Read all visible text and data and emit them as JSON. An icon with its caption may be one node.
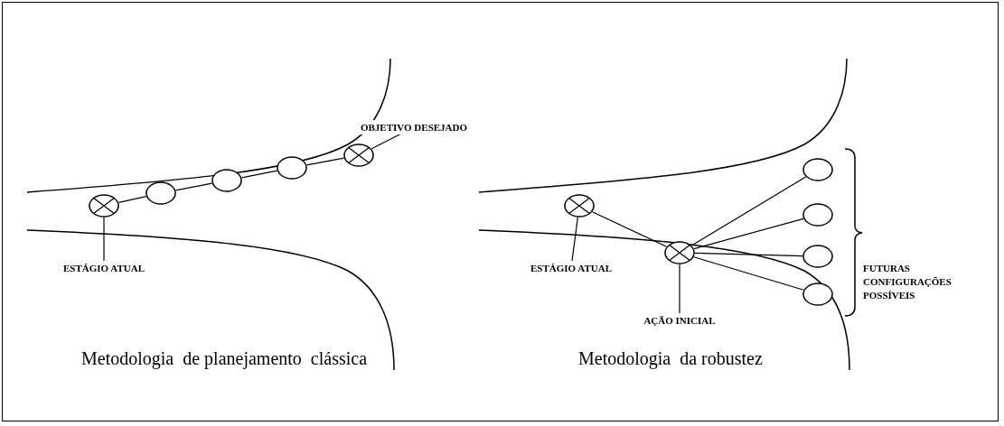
{
  "diagram": {
    "nodes": [
      {
        "text": [
          "OBJETIVO DESEJADO"
        ]
      },
      {
        "text": [],
        "shape": "circle"
      },
      {
        "text": [],
        "shape": "circle"
      },
      {
        "text": [],
        "shape": "circle"
      },
      {
        "text": [],
        "shape": "circle"
      },
      {
        "text": [],
        "shape": "circle"
      },
      {
        "text": [
          "ESTÁGIO ATUAL"
        ]
      },
      {
        "text": [],
        "shape": "circle"
      },
      {
        "text": [],
        "shape": "circle"
      },
      {
        "text": [],
        "shape": "circle"
      },
      {
        "text": [],
        "shape": "circle"
      },
      {
        "text": [],
        "shape": "circle"
      },
      {
        "text": [],
        "shape": "circle"
      },
      {
        "text": [
          "ESTÁGIO ATUAL"
        ]
      },
      {
        "text": [
          "AÇÃO INICIAL"
        ]
      }
    ],
    "edges": [
      {
        "from": 1,
        "to": 2,
        "arrow": "none"
      },
      {
        "from": 2,
        "to": 3,
        "arrow": "none"
      },
      {
        "from": 3,
        "to": 4,
        "arrow": "none"
      },
      {
        "from": 4,
        "to": 5,
        "arrow": "none"
      },
      {
        "from": 0,
        "to": 5,
        "arrow": "none"
      },
      {
        "from": 6,
        "to": 1,
        "arrow": "none"
      },
      {
        "from": 7,
        "to": 8,
        "arrow": "none"
      },
      {
        "from": 8,
        "to": 9,
        "arrow": "none"
      },
      {
        "from": 8,
        "to": 10,
        "arrow": "none"
      },
      {
        "from": 8,
        "to": 11,
        "arrow": "none"
      },
      {
        "from": 8,
        "to": 12,
        "arrow": "none"
      },
      {
        "from": 13,
        "to": 7,
        "arrow": "none"
      },
      {
        "from": 14,
        "to": 8,
        "arrow": "none"
      }
    ],
    "labels": [
      "FUTURAS CONFIGURAÇÕES POSSÍVEIS",
      "Metodologia  de planejamento  clássica",
      "Metodologia  da robustez"
    ]
  }
}
